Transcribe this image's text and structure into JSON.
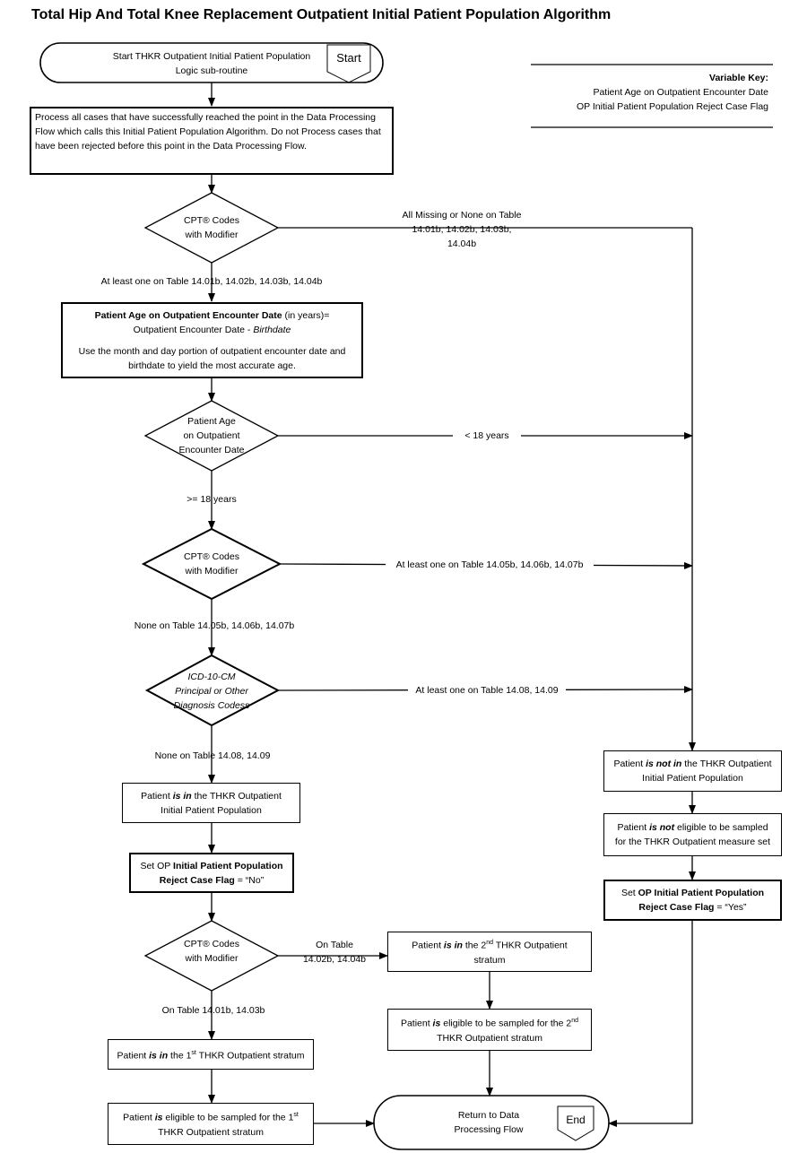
{
  "title": "Total Hip And Total Knee Replacement Outpatient Initial Patient Population Algorithm",
  "variable_key": {
    "heading": "Variable Key:",
    "items": [
      "Patient Age on Outpatient Encounter Date",
      "OP Initial Patient Population Reject Case Flag"
    ]
  },
  "start": {
    "line1": "Start THKR Outpatient Initial Patient Population",
    "line2": "Logic sub-routine",
    "tag": "Start"
  },
  "process_all": "Process all cases that have successfully reached the point in the Data Processing Flow which calls this Initial Patient Population Algorithm.  Do not Process cases that have been rejected before this point in the Data Processing Flow.",
  "d1": {
    "line1": "CPT® Codes",
    "line2": "with Modifier"
  },
  "d1_no": {
    "line1": "All Missing or  None on Table",
    "line2": "14.01b, 14.02b, 14.03b,",
    "line3": "14.04b"
  },
  "d1_yes": "At least one on Table 14.01b, 14.02b, 14.03b, 14.04b",
  "age_box": {
    "bold": "Patient Age on Outpatient Encounter Date",
    "after_bold": " (in years)=",
    "line2_plain": "Outpatient Encounter Date - ",
    "line2_italic": "Birthdate",
    "line3": "Use the month and day portion of outpatient encounter date and",
    "line4": "birthdate to yield the most accurate age."
  },
  "d2": {
    "line1": "Patient Age",
    "line2": "on Outpatient",
    "line3": "Encounter Date"
  },
  "d2_no": "< 18 years",
  "d2_yes": ">= 18 years",
  "d3": {
    "line1": "CPT® Codes",
    "line2": "with Modifier"
  },
  "d3_no": "At least one on Table 14.05b, 14.06b, 14.07b",
  "d3_yes": "None on Table  14.05b, 14.06b, 14.07b",
  "d4": {
    "line1": "ICD-10-CM",
    "line2": "Principal or Other",
    "line3": "Diagnosis Codess"
  },
  "d4_no": "At least one on Table 14.08, 14.09",
  "d4_yes": "None on Table 14.08, 14.09",
  "in_ipp": {
    "p1": "Patient ",
    "em": "is in",
    "p2": " the THKR Outpatient",
    "line2": "Initial Patient Population"
  },
  "flag_no": {
    "p1": "Set OP ",
    "b1": "Initial Patient Population",
    "b2": "Reject Case Flag",
    "p2": " = “No”"
  },
  "d5": {
    "line1": "CPT® Codes",
    "line2": "with Modifier"
  },
  "d5_right": {
    "line1": "On Table",
    "line2": "14.02b, 14.04b"
  },
  "d5_down": "On Table 14.01b, 14.03b",
  "stratum2": {
    "p1": "Patient ",
    "em": "is in",
    "p2": " the 2",
    "sup": "nd",
    "p3": " THKR Outpatient",
    "line2": "stratum"
  },
  "eligible2": {
    "p1": "Patient ",
    "em": "is",
    "p2": " eligible to be sampled for the 2",
    "sup": "nd",
    "line2": "THKR Outpatient stratum"
  },
  "stratum1": {
    "p1": "Patient ",
    "em": "is in",
    "p2": " the 1",
    "sup": "st",
    "p3": " THKR Outpatient stratum"
  },
  "eligible1": {
    "p1": "Patient ",
    "em": "is",
    "p2": " eligible to be sampled for the 1",
    "sup": "st",
    "line2": "THKR Outpatient stratum"
  },
  "end": {
    "line1": "Return to Data",
    "line2": "Processing Flow",
    "tag": "End"
  },
  "not_in": {
    "p1": "Patient ",
    "em": "is not in",
    "p2": " the THKR Outpatient",
    "line2": "Initial Patient Population"
  },
  "not_eligible": {
    "p1": "Patient ",
    "em": "is not",
    "p2": " eligible to be sampled",
    "line2": "for the THKR Outpatient measure set"
  },
  "flag_yes": {
    "p1": "Set ",
    "b1": "OP Initial Patient Population",
    "b2": "Reject Case Flag",
    "p2": " = “Yes”"
  }
}
